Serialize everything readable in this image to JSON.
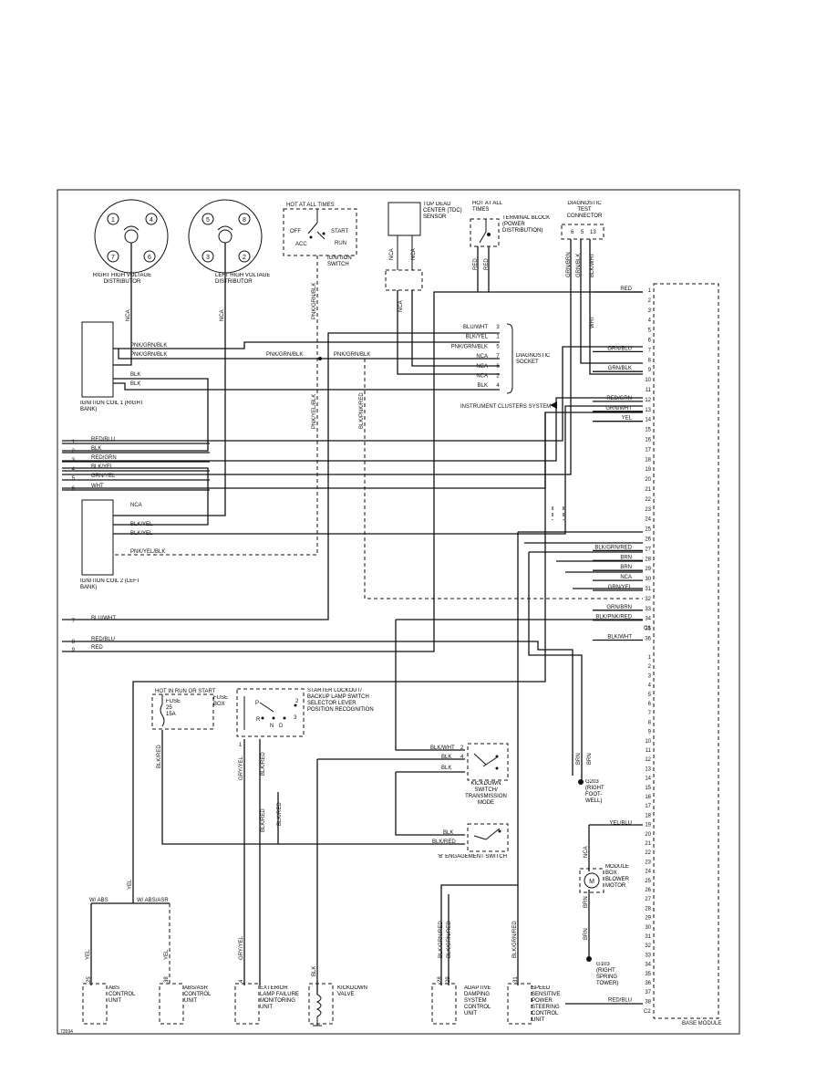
{
  "components": {
    "rh_distributor": "RIGHT HIGH VOLTAGE DISTRIBUTOR",
    "lh_distributor": "LEFT HIGH VOLTAGE DISTRIBUTOR",
    "ignition_switch": {
      "header": "HOT AT ALL TIMES",
      "name": "IGNITION SWITCH",
      "off": "OFF",
      "acc": "ACC",
      "start": "START",
      "run": "RUN"
    },
    "tdc_sensor": "TOP DEAD CENTER (TDC) SENSOR",
    "terminal_block": {
      "header": "HOT AT ALL TIMES",
      "name": "TERMINAL BLOCK (POWER DISTRIBUTION)"
    },
    "diag_connector": "DIAGNOSTIC TEST CONNECTOR",
    "diag_socket": "DIAGNOSTIC SOCKET",
    "coil1": "IGNITION COIL 1 (RIGHT BANK)",
    "coil2": "IGNITION COIL 2 (LEFT BANK)",
    "instrument_clusters": "INSTRUMENT CLUSTERS SYSTEM",
    "fuse": {
      "header": "HOT IN RUN OR START",
      "name": "FUSE 25 15A",
      "box": "FUSE BOX"
    },
    "starter_lockout": "STARTER LOCKOUT/ BACKUP LAMP SWITCH SELECTOR LEVER POSITION RECOGNITION",
    "kickdown_switch": "KICKDOWN SWITCH/ TRANSMISSION MODE",
    "b_engagement": "'B' ENGAGEMENT SWITCH",
    "g203": "G203 (RIGHT FOOT-WELL)",
    "g103": "G103 (RIGHT SPRING TOWER)",
    "blower": "MODULE BOX BLOWER MOTOR",
    "abs": "ABS CONTROL UNIT",
    "abs_asr": "ABS/ASR CONTROL UNIT",
    "lamp_monitor": "EXTERIOR LAMP FAILURE MONITORING UNIT",
    "kickdown_valve": "KICKDOWN VALVE",
    "damping": "ADAPTIVE DAMPING SYSTEM CONTROL UNIT",
    "steering": "SPEED SENSITIVE POWER STEERING CONTROL UNIT",
    "base_module": "BASE MODULE",
    "w_abs": "W/ ABS",
    "w_abs_asr": "W/ ABS/ASR",
    "c1": "C1",
    "c2": "C2",
    "fig_id": "73594"
  },
  "wires": {
    "c1_pins": [
      {
        "pin": "1",
        "label": "RED"
      },
      {
        "pin": "2",
        "label": ""
      },
      {
        "pin": "3",
        "label": ""
      },
      {
        "pin": "4",
        "label": ""
      },
      {
        "pin": "5",
        "label": ""
      },
      {
        "pin": "6",
        "label": ""
      },
      {
        "pin": "7",
        "label": "GRN/BLU"
      },
      {
        "pin": "8",
        "label": ""
      },
      {
        "pin": "9",
        "label": "GRN/BLK"
      },
      {
        "pin": "10",
        "label": ""
      },
      {
        "pin": "11",
        "label": ""
      },
      {
        "pin": "12",
        "label": "RED/GRN"
      },
      {
        "pin": "13",
        "label": "GRN/WHT"
      },
      {
        "pin": "14",
        "label": "YEL"
      },
      {
        "pin": "15",
        "label": ""
      },
      {
        "pin": "16",
        "label": ""
      },
      {
        "pin": "17",
        "label": ""
      },
      {
        "pin": "18",
        "label": ""
      },
      {
        "pin": "19",
        "label": ""
      },
      {
        "pin": "20",
        "label": ""
      },
      {
        "pin": "21",
        "label": ""
      },
      {
        "pin": "22",
        "label": ""
      },
      {
        "pin": "23",
        "label": ""
      },
      {
        "pin": "24",
        "label": ""
      },
      {
        "pin": "25",
        "label": ""
      },
      {
        "pin": "26",
        "label": ""
      },
      {
        "pin": "27",
        "label": "BLK/GRN/RED"
      },
      {
        "pin": "28",
        "label": "BRN"
      },
      {
        "pin": "29",
        "label": "BRN"
      },
      {
        "pin": "30",
        "label": "NCA"
      },
      {
        "pin": "31",
        "label": "GRN/YEL"
      },
      {
        "pin": "32",
        "label": ""
      },
      {
        "pin": "33",
        "label": "GRN/BRN"
      },
      {
        "pin": "34",
        "label": "BLK/PNK/RED"
      },
      {
        "pin": "35",
        "label": ""
      },
      {
        "pin": "36",
        "label": "BLK/WHT"
      }
    ],
    "c2_pins": [
      {
        "pin": "1",
        "label": ""
      },
      {
        "pin": "2",
        "label": ""
      },
      {
        "pin": "3",
        "label": ""
      },
      {
        "pin": "4",
        "label": ""
      },
      {
        "pin": "5",
        "label": ""
      },
      {
        "pin": "6",
        "label": ""
      },
      {
        "pin": "7",
        "label": ""
      },
      {
        "pin": "8",
        "label": ""
      },
      {
        "pin": "9",
        "label": ""
      },
      {
        "pin": "10",
        "label": ""
      },
      {
        "pin": "11",
        "label": ""
      },
      {
        "pin": "12",
        "label": ""
      },
      {
        "pin": "13",
        "label": ""
      },
      {
        "pin": "14",
        "label": ""
      },
      {
        "pin": "15",
        "label": ""
      },
      {
        "pin": "16",
        "label": ""
      },
      {
        "pin": "17",
        "label": ""
      },
      {
        "pin": "18",
        "label": ""
      },
      {
        "pin": "19",
        "label": "YEL/BLU"
      },
      {
        "pin": "20",
        "label": ""
      },
      {
        "pin": "21",
        "label": ""
      },
      {
        "pin": "22",
        "label": ""
      },
      {
        "pin": "23",
        "label": ""
      },
      {
        "pin": "24",
        "label": ""
      },
      {
        "pin": "25",
        "label": ""
      },
      {
        "pin": "26",
        "label": ""
      },
      {
        "pin": "27",
        "label": ""
      },
      {
        "pin": "28",
        "label": ""
      },
      {
        "pin": "29",
        "label": ""
      },
      {
        "pin": "30",
        "label": ""
      },
      {
        "pin": "31",
        "label": ""
      },
      {
        "pin": "32",
        "label": ""
      },
      {
        "pin": "33",
        "label": ""
      },
      {
        "pin": "34",
        "label": ""
      },
      {
        "pin": "35",
        "label": ""
      },
      {
        "pin": "36",
        "label": ""
      },
      {
        "pin": "37",
        "label": ""
      },
      {
        "pin": "38",
        "label": "RED/BLU"
      }
    ],
    "diag_socket_pins": [
      {
        "pin": "3",
        "label": "BLU/WHT"
      },
      {
        "pin": "1",
        "label": "BLK/YEL"
      },
      {
        "pin": "5",
        "label": "PNK/GRN/BLK"
      },
      {
        "pin": "7",
        "label": "NCA"
      },
      {
        "pin": "6",
        "label": "NCA"
      },
      {
        "pin": "2",
        "label": "NCA"
      },
      {
        "pin": "4",
        "label": "BLK"
      }
    ],
    "left_inputs": [
      {
        "pin": "1",
        "label": "RED/BLU"
      },
      {
        "pin": "2",
        "label": "BLK"
      },
      {
        "pin": "3",
        "label": "RED/GRN"
      },
      {
        "pin": "4",
        "label": "BLK/YEL"
      },
      {
        "pin": "5",
        "label": "GRN/YEL"
      },
      {
        "pin": "6",
        "label": "WHT"
      }
    ],
    "left_lower": [
      {
        "pin": "7",
        "label": "BLU/WHT"
      },
      {
        "pin": "8",
        "label": "RED/BLU"
      },
      {
        "pin": "9",
        "label": "RED"
      }
    ],
    "coil1_wires": [
      "PNK/GRN/BLK",
      "PNK/GRN/BLK",
      "BLK",
      "BLK"
    ],
    "coil2_wires": [
      "NCA",
      "BLK/YEL",
      "BLK/YEL",
      "PNK/YEL/BLK"
    ],
    "mid_labels": {
      "pnk_grn_blk_a": "PNK/GRN/BLK",
      "pnk_grn_blk_b": "PNK/GRN/BLK",
      "pnk_yel_blk": "PNK/YEL/BLK",
      "blk_pnk_red": "BLK/PNK/RED",
      "pnk_grn_blk_v": "PNK/GRN/BLK"
    },
    "vertical": {
      "nca1": "NCA",
      "nca2": "NCA",
      "nca3": "NCA",
      "nca4": "NCA",
      "nca5": "NCA",
      "red1": "RED",
      "red2": "RED",
      "grn_brn": "GRN/BRN",
      "grn_blk": "GRN/BLK",
      "blk_wht": "BLK/WHT",
      "wht": "WHT",
      "brn1": "BRN",
      "brn2": "BRN",
      "blk_red1": "BLK/RED",
      "gry_yel": "GRY/YEL",
      "blk_red2": "BLK/RED",
      "blk_red3": "BLK/RED",
      "blk_red4": "BLK/RED",
      "blk_grn_red": "BLK/GRN/RED",
      "blk_grn_red2": "BLK/GRN/RED",
      "blk_grn_red3": "BLK/GRN/RED",
      "yel1": "YEL",
      "yel2": "YEL",
      "yel3": "YEL",
      "gry_yel2": "GRY/YEL",
      "blk": "BLK",
      "nca_blower": "NCA",
      "brn_blower": "BRN",
      "brn_blower2": "BRN"
    },
    "kickdown_wires": [
      {
        "pin": "2",
        "label": "BLK/WHT"
      },
      {
        "pin": "4",
        "label": "BLK"
      },
      {
        "pin": "",
        "label": "BLK"
      }
    ],
    "b_wires": [
      "BLK",
      "BLK/RED"
    ],
    "dist_pins_r": [
      "1",
      "4",
      "7",
      "6"
    ],
    "dist_pins_l": [
      "5",
      "8",
      "3",
      "2"
    ],
    "switch_pins": {
      "p": "P",
      "r": "R",
      "n": "N",
      "d": "D",
      "two": "2",
      "three": "3",
      "one": "1"
    },
    "bottom_pins": {
      "abs": "25",
      "abs_asr": "38",
      "lamp": "4",
      "damp_a": "28",
      "damp_b": "29",
      "steer": "31"
    },
    "diag_conn_pins": [
      "6",
      "5",
      "13"
    ]
  }
}
